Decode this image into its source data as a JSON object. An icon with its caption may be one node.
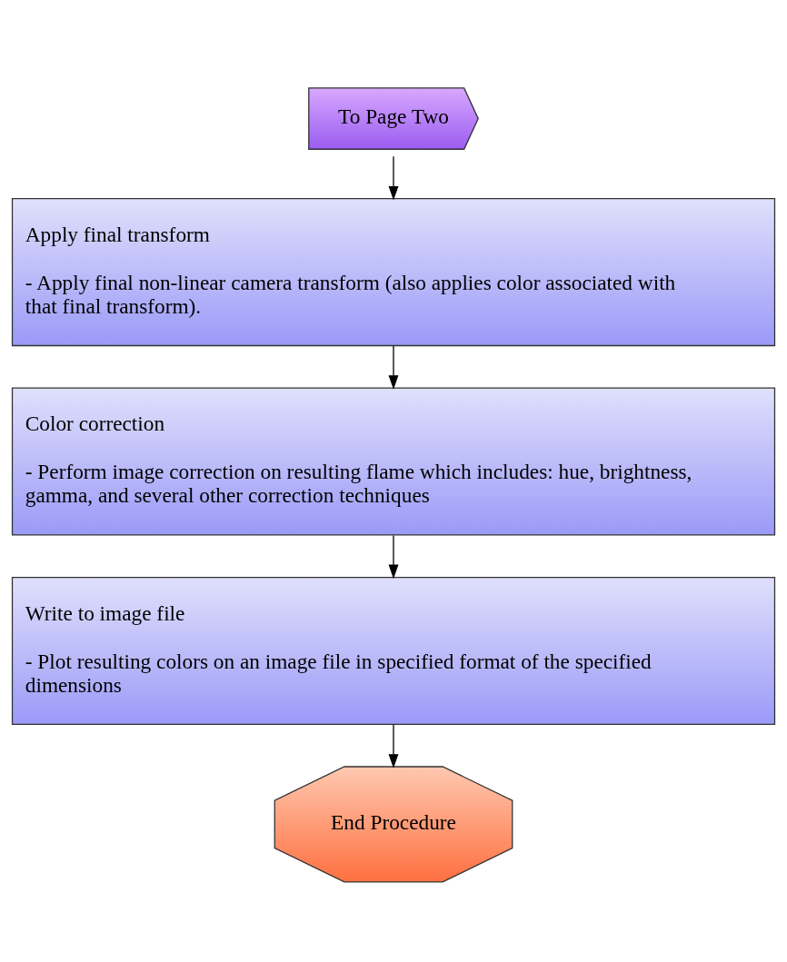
{
  "diagram": {
    "nodes": [
      {
        "text": [
          "To Page Two"
        ]
      },
      {
        "text": [
          "Apply final transform",
          "- Apply final non-linear camera transform (also applies color associated with that final transform)."
        ]
      },
      {
        "text": [
          "Color correction",
          "- Perform image correction on resulting flame which includes: hue, brightness, gamma, and several other correction techniques"
        ]
      },
      {
        "text": [
          "Write to image file",
          "- Plot resulting colors on an image file in specified format of the specified dimensions"
        ]
      },
      {
        "text": [
          "End Procedure"
        ]
      }
    ],
    "edges": [
      {
        "from": 0,
        "to": 1,
        "arrow": "to"
      },
      {
        "from": 1,
        "to": 2,
        "arrow": "to"
      },
      {
        "from": 2,
        "to": 3,
        "arrow": "to"
      },
      {
        "from": 3,
        "to": 4,
        "arrow": "to"
      }
    ]
  }
}
